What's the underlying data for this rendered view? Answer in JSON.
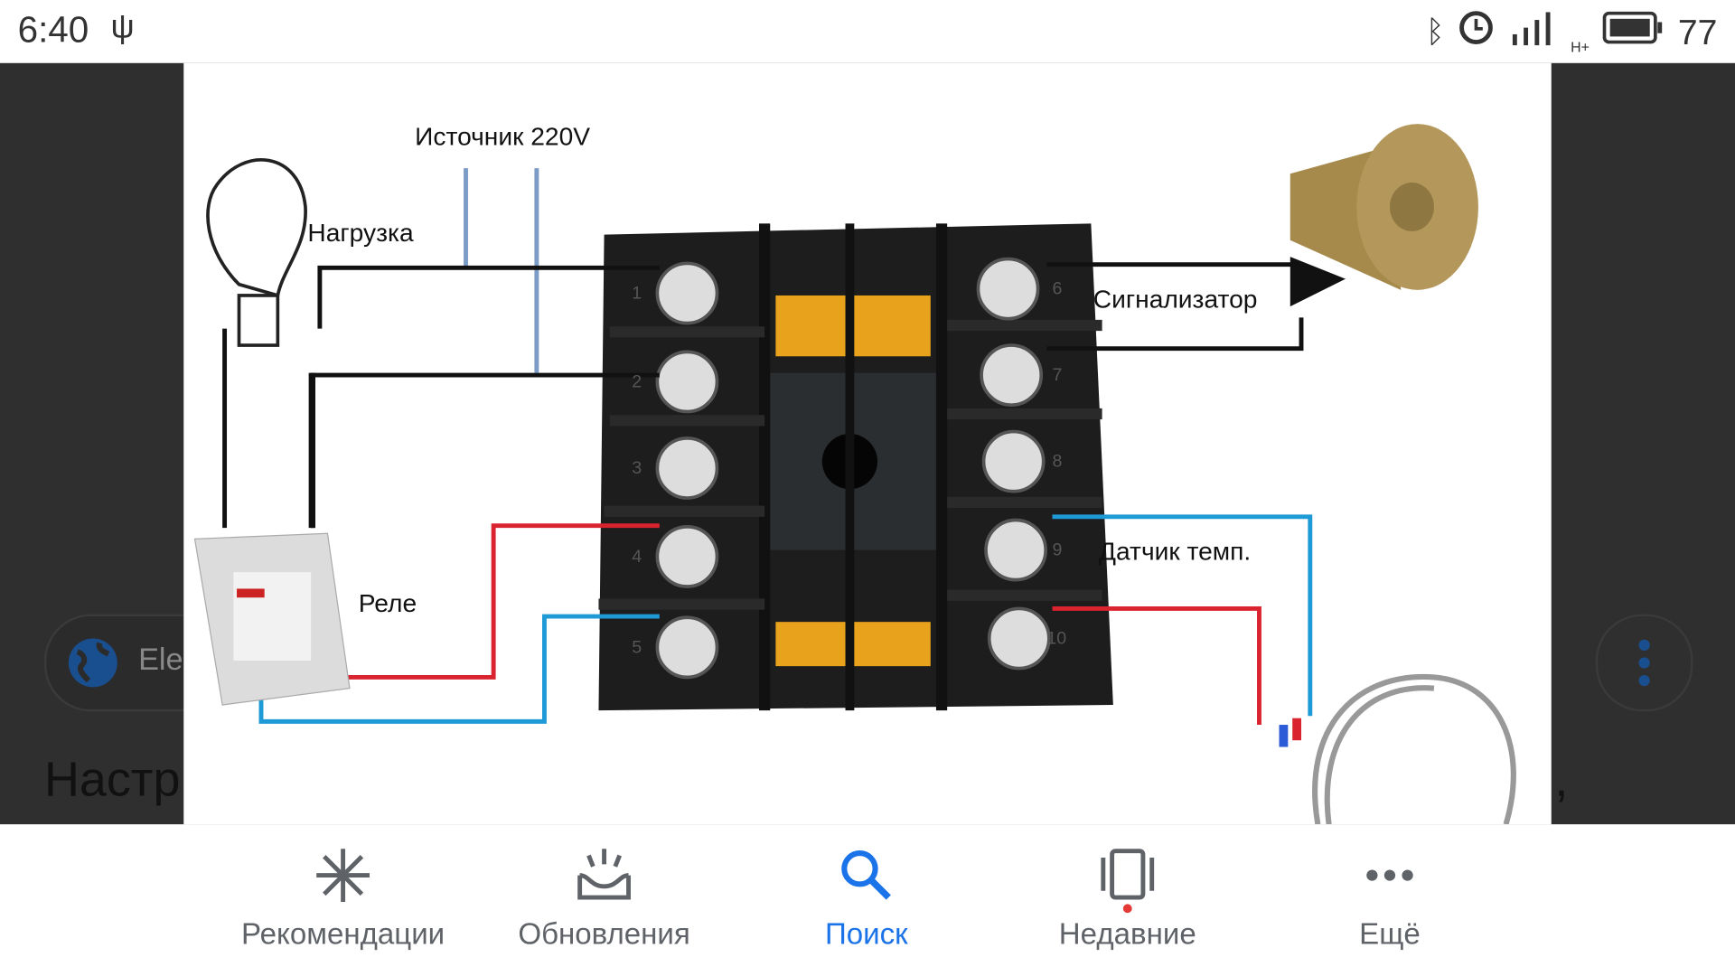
{
  "status_bar": {
    "time": "6:40",
    "battery": "77",
    "network": "H+"
  },
  "background": {
    "chip_label": "Ele",
    "title_fragment": "Настр",
    "title_end": ","
  },
  "diagram": {
    "source_label": "Источник 220V",
    "load_label": "Нагрузка",
    "alarm_label": "Сигнализатор",
    "relay_label": "Реле",
    "sensor_label": "Датчик темп.",
    "terminals_left": [
      "1",
      "2",
      "3",
      "4",
      "5"
    ],
    "terminals_right": [
      "6",
      "7",
      "8",
      "9",
      "10"
    ],
    "wire_colors": {
      "power": "#7a9cc6",
      "black": "#111111",
      "red": "#d9232e",
      "blue": "#1e9ad6"
    }
  },
  "bottom_nav": {
    "items": [
      {
        "label": "Рекомендации",
        "icon": "asterisk-icon"
      },
      {
        "label": "Обновления",
        "icon": "updates-tray-icon"
      },
      {
        "label": "Поиск",
        "icon": "search-icon",
        "active": true
      },
      {
        "label": "Недавние",
        "icon": "recent-icon"
      },
      {
        "label": "Ещё",
        "icon": "more-icon"
      }
    ],
    "accent": "#1a73e8"
  }
}
